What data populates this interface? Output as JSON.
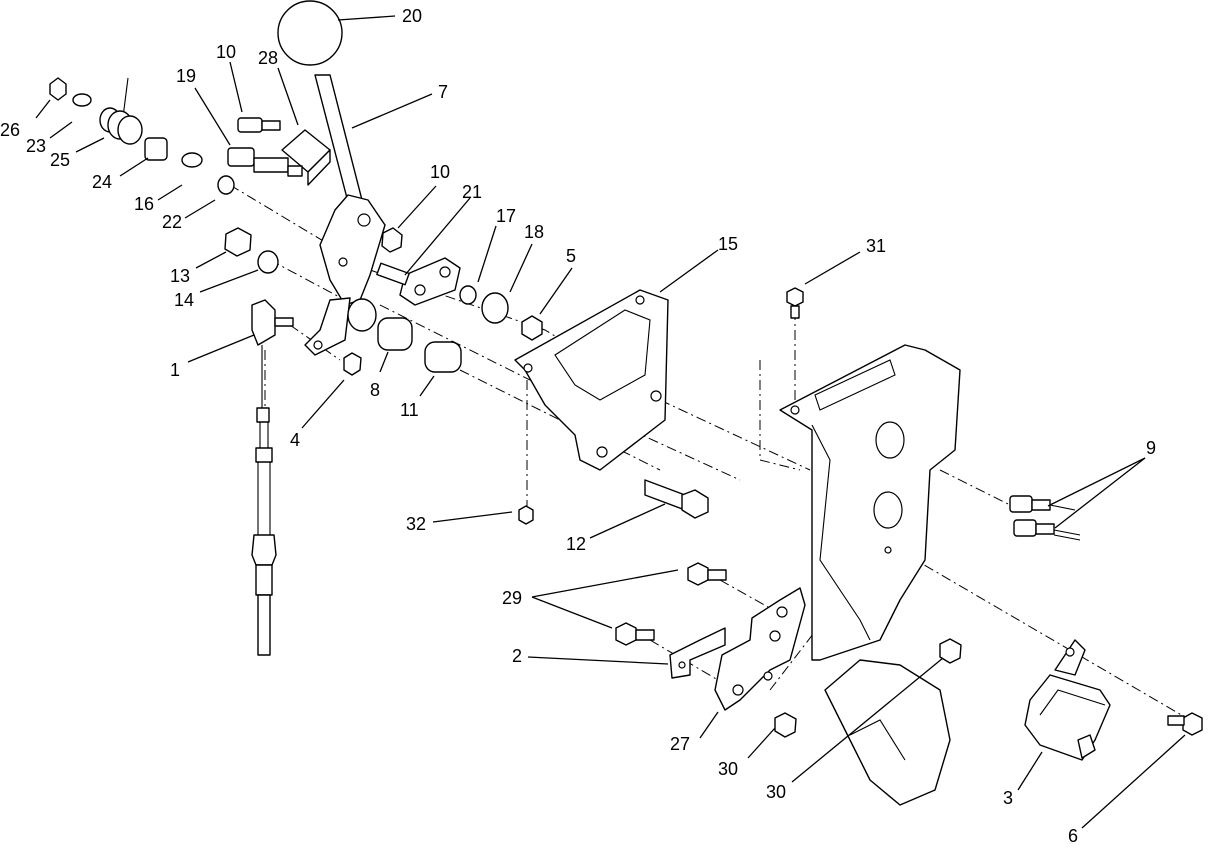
{
  "callouts": {
    "c20": "20",
    "c10a": "10",
    "c28": "28",
    "c19": "19",
    "c7": "7",
    "c26": "26",
    "c23": "23",
    "c25": "25",
    "c24": "24",
    "c16": "16",
    "c22": "22",
    "c10b": "10",
    "c21": "21",
    "c17": "17",
    "c18": "18",
    "c5": "5",
    "c15": "15",
    "c31": "31",
    "c13": "13",
    "c14": "14",
    "c1": "1",
    "c4": "4",
    "c8": "8",
    "c11": "11",
    "c9": "9",
    "c32": "32",
    "c12": "12",
    "c29": "29",
    "c2": "2",
    "c27": "27",
    "c30a": "30",
    "c30b": "30",
    "c3": "3",
    "c6": "6"
  }
}
